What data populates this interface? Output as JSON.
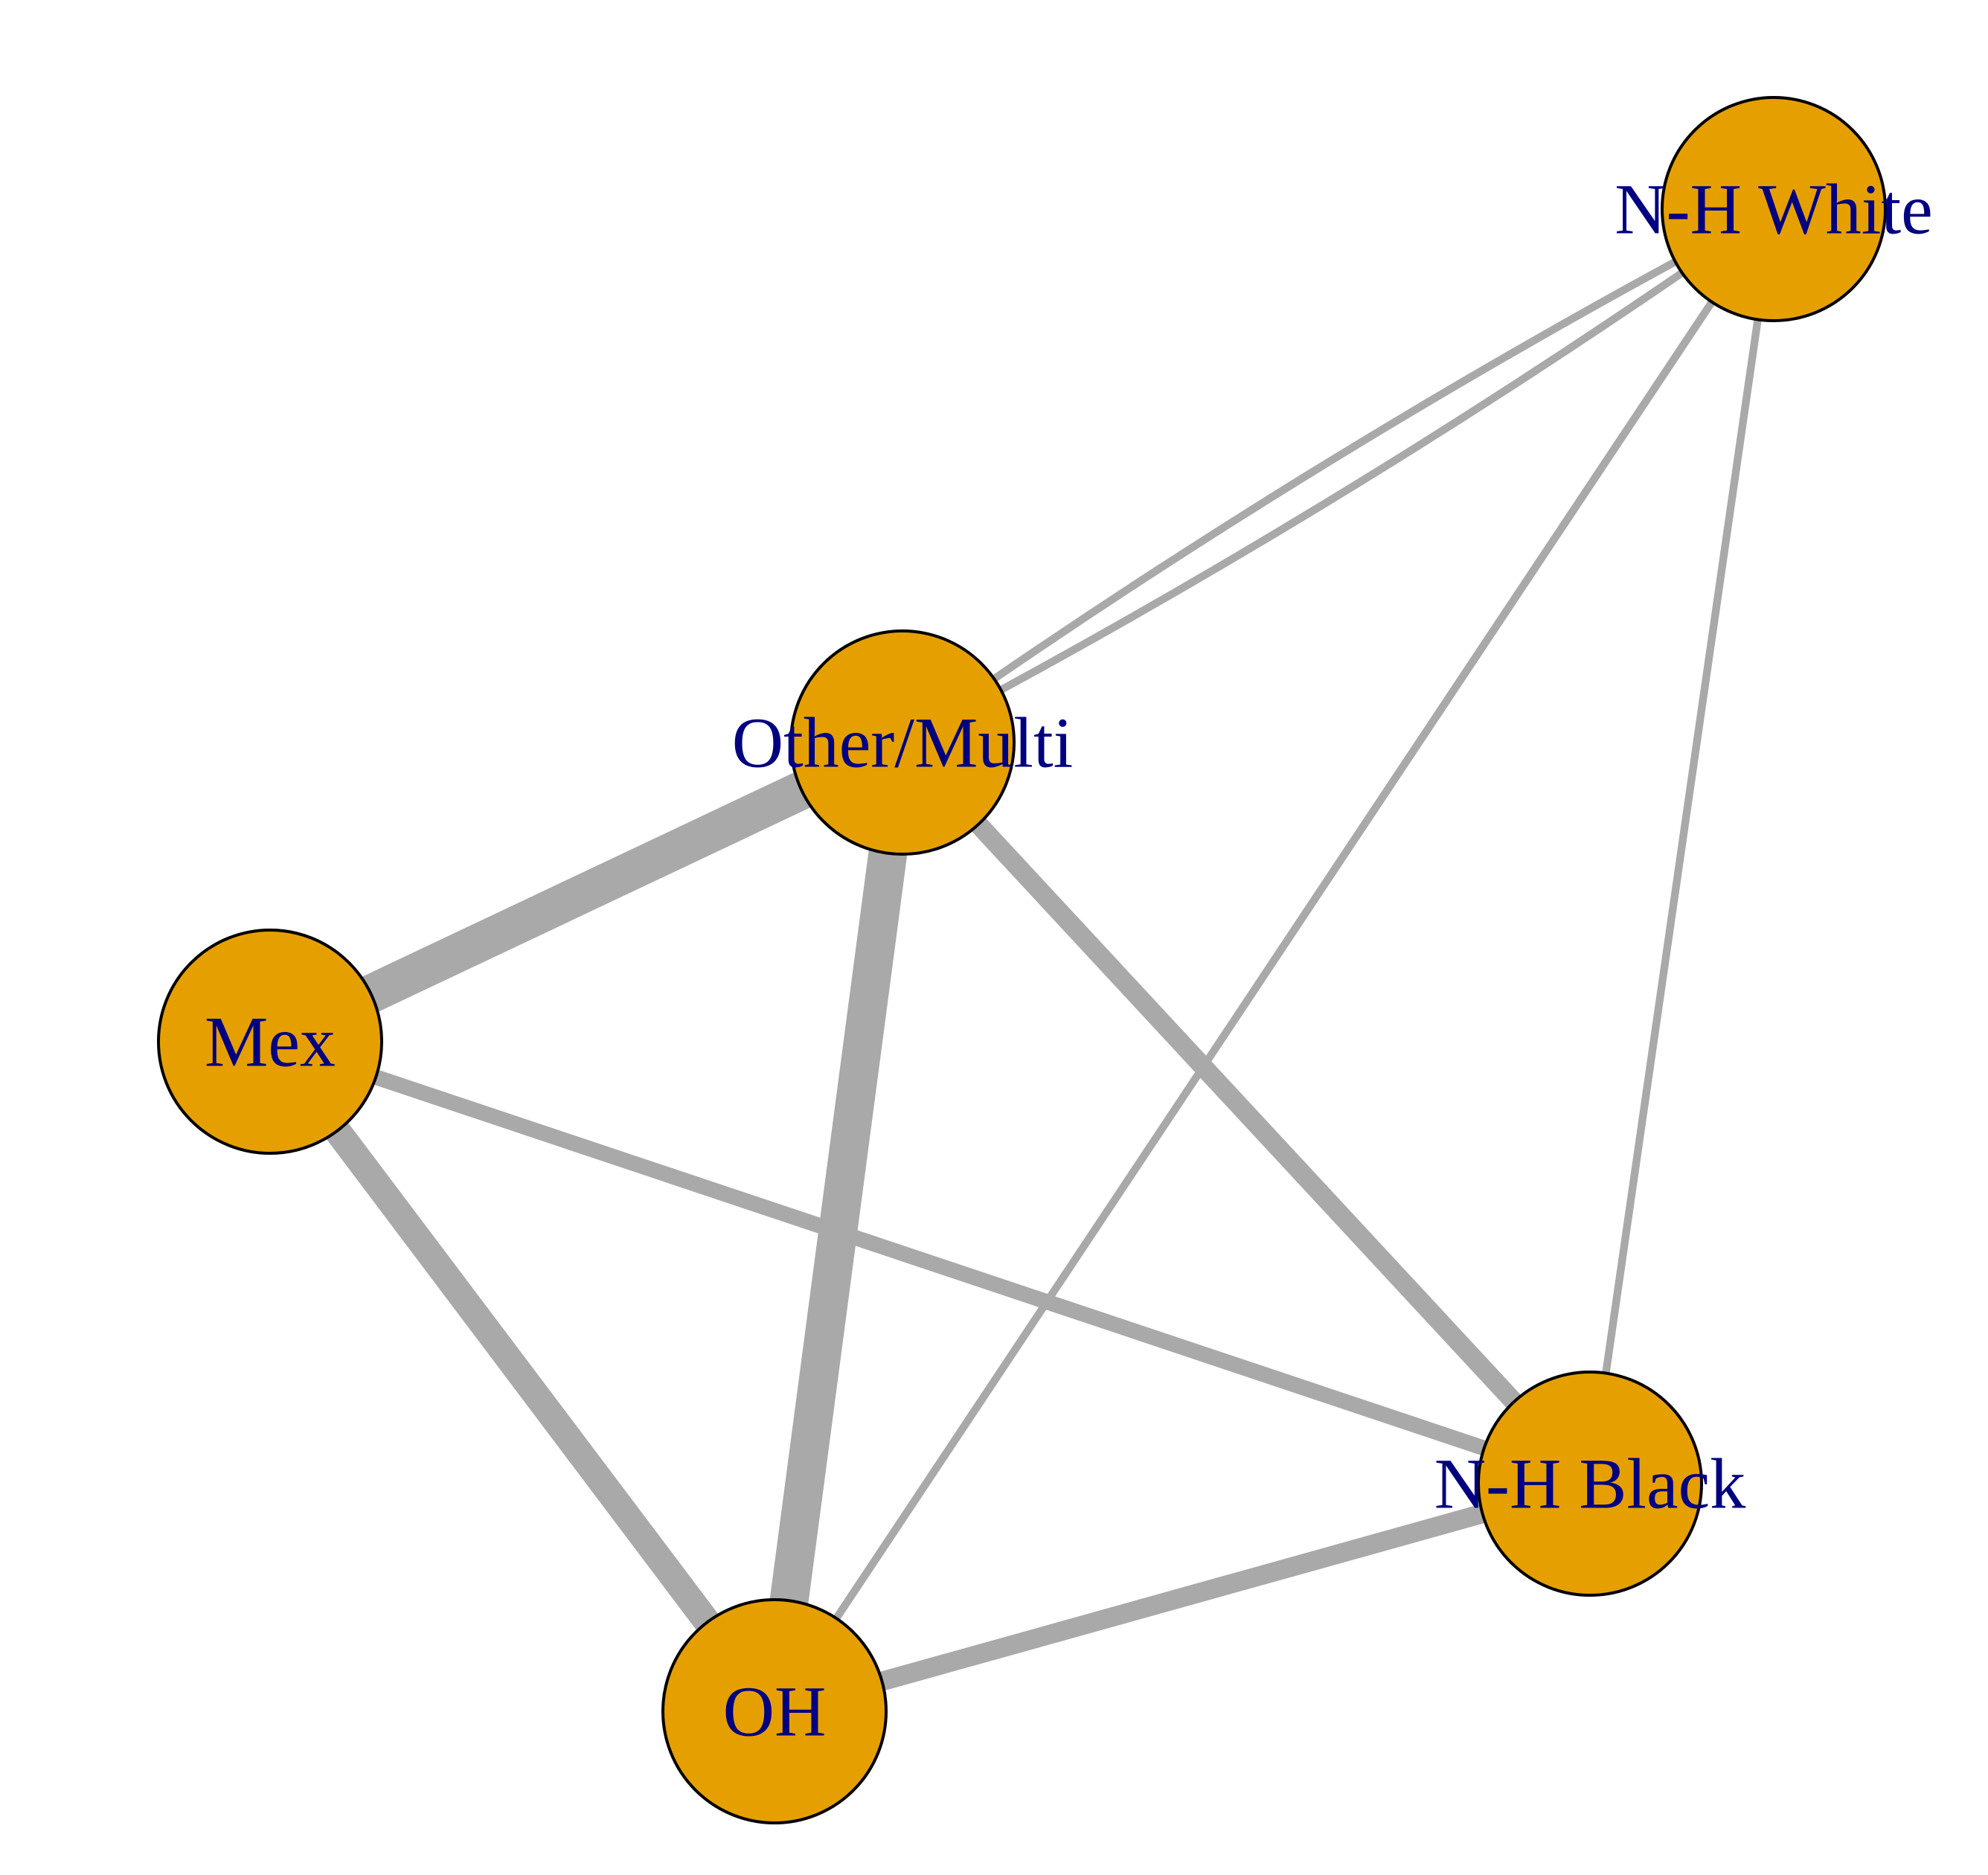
{
  "colors": {
    "node_fill": "#e5a000",
    "node_stroke": "#000000",
    "edge": "#a9a9a9",
    "label": "#000080",
    "background": "#ffffff"
  },
  "nodes": [
    {
      "id": "nhwhite",
      "label": "N-H White"
    },
    {
      "id": "other",
      "label": "Other/Multi"
    },
    {
      "id": "mex",
      "label": "Mex"
    },
    {
      "id": "nhblack",
      "label": "N-H Black"
    },
    {
      "id": "oh",
      "label": "OH"
    }
  ],
  "edges": [
    {
      "from": "mex",
      "to": "other",
      "weight": 10
    },
    {
      "from": "other",
      "to": "oh",
      "weight": 10
    },
    {
      "from": "mex",
      "to": "oh",
      "weight": 7
    },
    {
      "from": "other",
      "to": "nhblack",
      "weight": 5
    },
    {
      "from": "mex",
      "to": "nhblack",
      "weight": 4
    },
    {
      "from": "oh",
      "to": "nhblack",
      "weight": 5
    },
    {
      "from": "nhwhite",
      "to": "other",
      "weight": 2,
      "curve": 1
    },
    {
      "from": "nhwhite",
      "to": "other",
      "weight": 2,
      "curve": -1
    },
    {
      "from": "nhwhite",
      "to": "oh",
      "weight": 2
    },
    {
      "from": "nhwhite",
      "to": "nhblack",
      "weight": 2
    }
  ]
}
